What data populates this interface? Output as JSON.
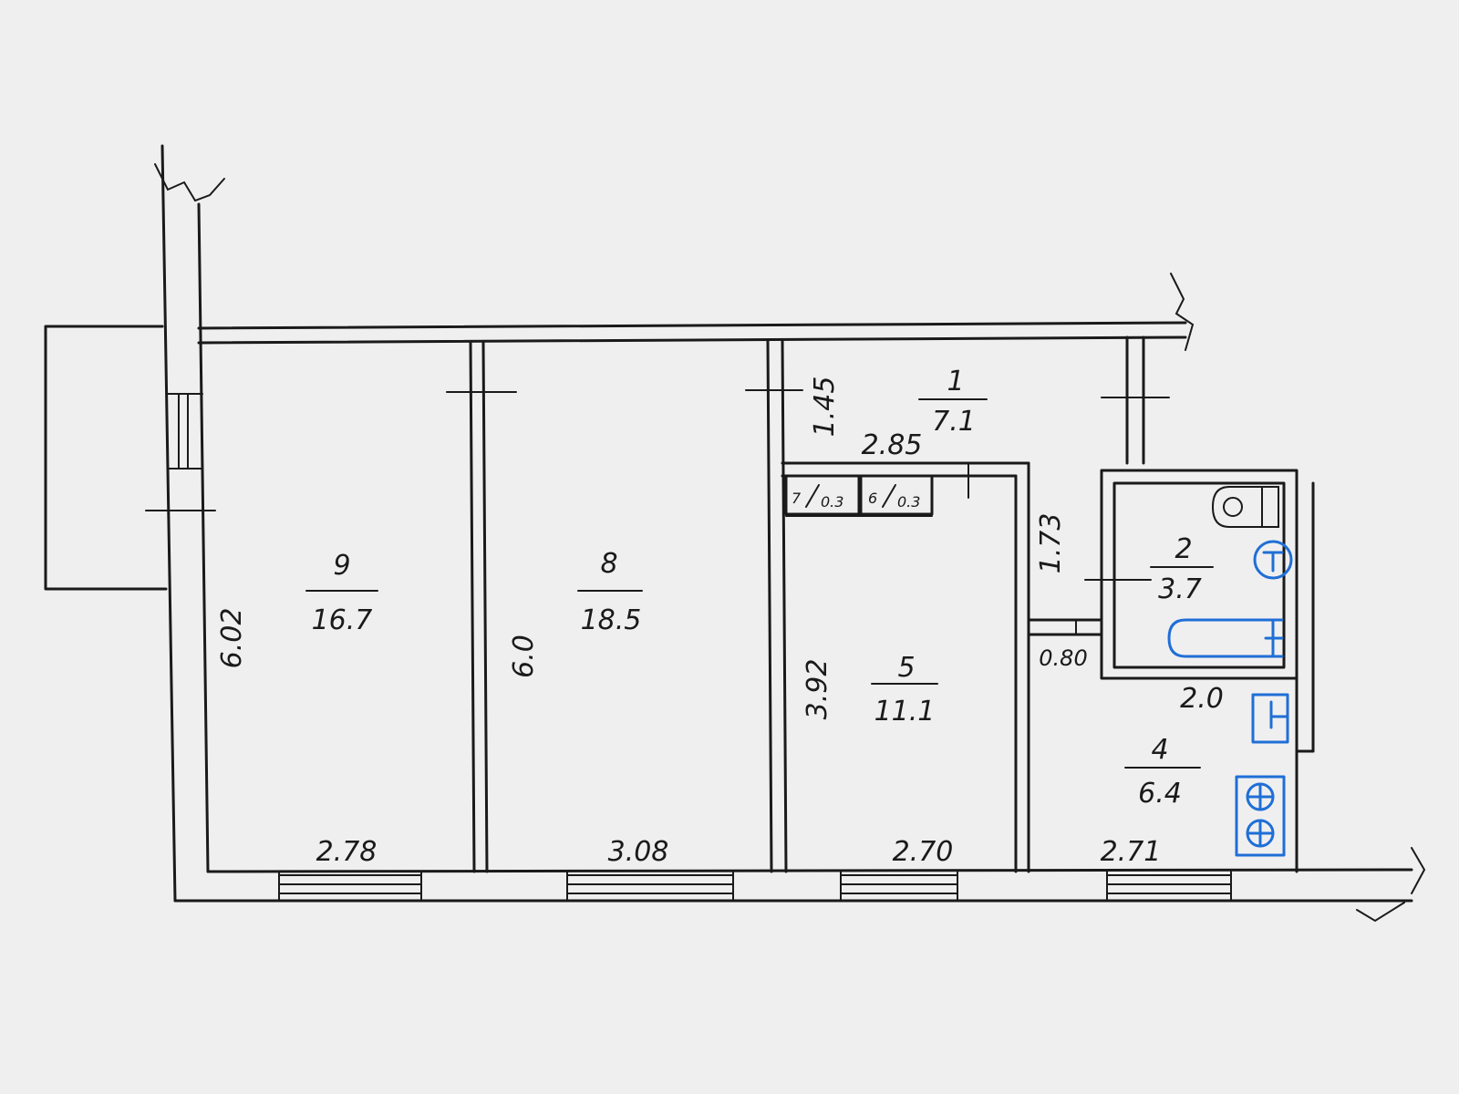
{
  "rooms": [
    {
      "number": "9",
      "area": "16.7"
    },
    {
      "number": "8",
      "area": "18.5"
    },
    {
      "number": "5",
      "area": "11.1"
    },
    {
      "number": "1",
      "area": "7.1"
    },
    {
      "number": "2",
      "area": "3.7"
    },
    {
      "number": "4",
      "area": "6.4"
    }
  ],
  "closets": [
    {
      "number": "7",
      "area": "0.3"
    },
    {
      "number": "6",
      "area": "0.3"
    }
  ],
  "dimensions": {
    "width_room9": "2.78",
    "width_room8": "3.08",
    "width_room5": "2.70",
    "width_room4": "2.71",
    "depth_room9": "6.02",
    "depth_room8": "6.0",
    "depth_room5": "3.92",
    "corridor_depth": "1.45",
    "corridor_width": "2.85",
    "passage_depth": "1.73",
    "passage_width": "0.80",
    "bath_width": "2.0"
  },
  "colors": {
    "lines": "#1a1a1a",
    "fixtures": "#1f6fd6",
    "paper": "#f0eff0"
  }
}
